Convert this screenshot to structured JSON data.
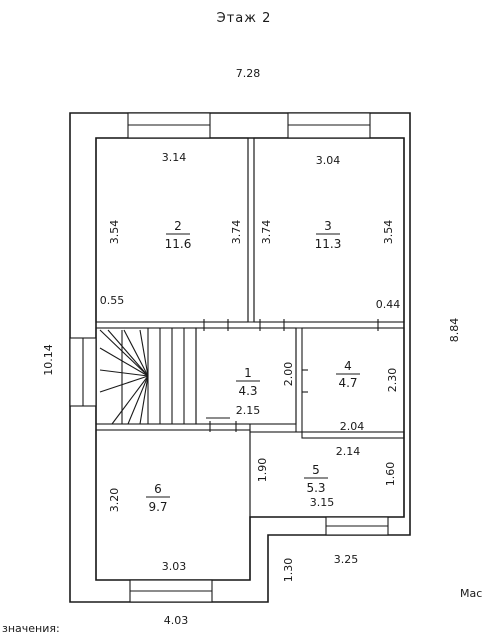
{
  "title": "Этаж 2",
  "dimensions": {
    "top_total": "7.28",
    "right_total": "8.84",
    "left_total": "10.14",
    "bottom_left": "4.03",
    "room2_top": "3.14",
    "room3_top": "3.04",
    "room2_left": "3.54",
    "room2_right": "3.74",
    "room3_left": "3.74",
    "room3_right": "3.54",
    "room2_bottom_left": "0.55",
    "room3_bottom_right": "0.44",
    "hall_height": "2.00",
    "hall_bottom": "2.15",
    "room4_right": "2.30",
    "room4_bottom": "2.04",
    "room5_top": "2.14",
    "room5_left": "1.90",
    "room5_right": "1.60",
    "room5_bottom": "3.15",
    "room6_left": "3.20",
    "room6_bottom": "3.03",
    "step_height": "1.30",
    "step_right": "3.25"
  },
  "rooms": [
    {
      "number": "2",
      "area": "11.6"
    },
    {
      "number": "3",
      "area": "11.3"
    },
    {
      "number": "1",
      "area": "4.3"
    },
    {
      "number": "4",
      "area": "4.7"
    },
    {
      "number": "5",
      "area": "5.3"
    },
    {
      "number": "6",
      "area": "9.7"
    }
  ],
  "edge_text": {
    "right": "Мас",
    "bottom_left": "значения:"
  }
}
